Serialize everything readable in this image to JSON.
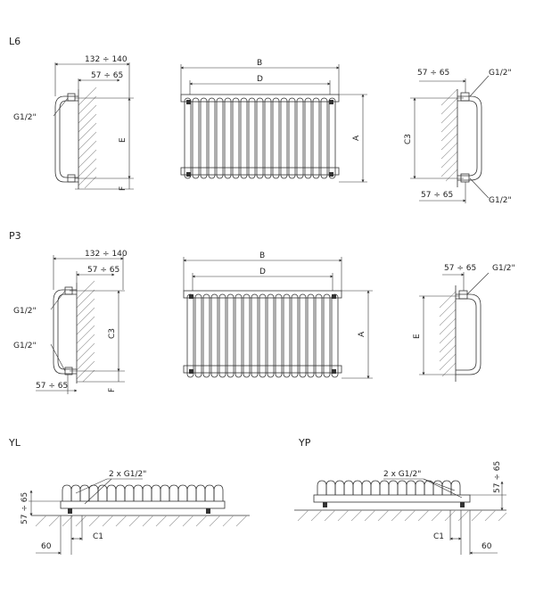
{
  "sections": {
    "l6": {
      "title": "L6",
      "side_left": {
        "top_width": "132 ÷ 140",
        "pipe_offset": "57 ÷ 65",
        "connection": "G1/2\"",
        "height": "E",
        "foot": "F"
      },
      "front": {
        "width_b": "B",
        "width_d": "D",
        "height_a": "A"
      },
      "side_right": {
        "top_offset": "57 ÷ 65",
        "top_connection": "G1/2\"",
        "centre": "C3",
        "bottom_offset": "57 ÷ 65",
        "bottom_connection": "G1/2\""
      }
    },
    "p3": {
      "title": "P3",
      "side_left": {
        "top_width": "132 ÷ 140",
        "pipe_offset": "57 ÷ 65",
        "connection_top": "G1/2\"",
        "connection_bottom": "G1/2\"",
        "centre": "C3",
        "bottom_offset": "57 ÷ 65",
        "foot": "F"
      },
      "front": {
        "width_b": "B",
        "width_d": "D",
        "height_a": "A"
      },
      "side_right": {
        "top_offset": "57 ÷ 65",
        "connection": "G1/2\"",
        "height": "E"
      }
    },
    "yl": {
      "title": "YL",
      "connections": "2 x G1/2\"",
      "height": "57 ÷ 65",
      "width": "60",
      "centre": "C1"
    },
    "yp": {
      "title": "YP",
      "connections": "2 x G1/2\"",
      "height": "57 ÷ 65",
      "width": "60",
      "centre": "C1"
    }
  }
}
